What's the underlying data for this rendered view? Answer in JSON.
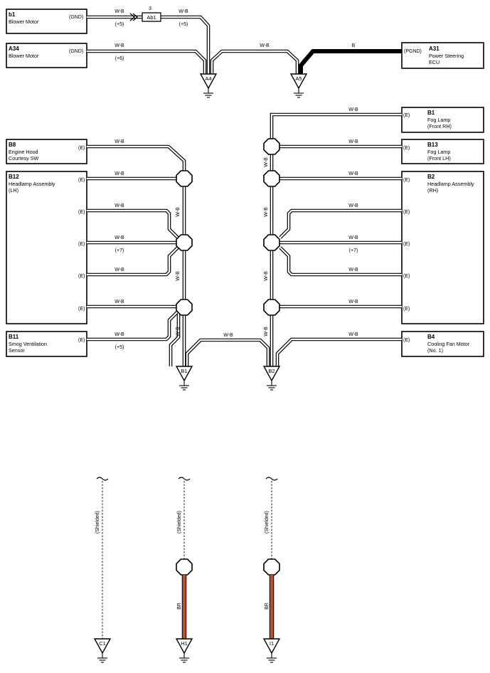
{
  "components": [
    {
      "id": "b1",
      "code": "b1",
      "name_lines": [
        "Blower Motor"
      ],
      "pin": "(GND)"
    },
    {
      "id": "a34",
      "code": "A34",
      "name_lines": [
        "Blower Motor"
      ],
      "pin": "(GND)"
    },
    {
      "id": "a31",
      "code": "A31",
      "name_lines": [
        "Power Steering",
        "ECU"
      ],
      "pin": "(PGND)"
    },
    {
      "id": "b1fog",
      "code": "B1",
      "name_lines": [
        "Fog Lamp",
        "(Front RH)"
      ],
      "pin": "(E)"
    },
    {
      "id": "b13",
      "code": "B13",
      "name_lines": [
        "Fog Lamp",
        "(Front LH)"
      ],
      "pin": "(E)"
    },
    {
      "id": "b8",
      "code": "B8",
      "name_lines": [
        "Engine Hood",
        "Courtesy SW"
      ],
      "pin": "(E)"
    },
    {
      "id": "b12",
      "code": "B12",
      "name_lines": [
        "Headlamp Assembly",
        "(LH)"
      ],
      "pins": [
        "(E)",
        "(E)",
        "(E)",
        "(E)",
        "(E)"
      ]
    },
    {
      "id": "b2",
      "code": "B2",
      "name_lines": [
        "Headlamp Assembly",
        "(RH)"
      ],
      "pins": [
        "(E)",
        "(E)",
        "(E)",
        "(E)",
        "(E)"
      ]
    },
    {
      "id": "b11",
      "code": "B11",
      "name_lines": [
        "Smog Ventilation",
        "Sensor"
      ],
      "pin": "(E)"
    },
    {
      "id": "b4",
      "code": "B4",
      "name_lines": [
        "Cooling Fan Motor",
        "(No. 1)"
      ],
      "pin": "(E)"
    }
  ],
  "connector": {
    "code": "Ab1",
    "pin_number": "3"
  },
  "wire_color_wb": "W-B",
  "wire_color_b": "B",
  "wire_color_br": "BR",
  "shielded_label": "(Shielded)",
  "notes": {
    "n5": "(+5)",
    "n6": "(+6)",
    "n7": "(+7)"
  },
  "grounds": {
    "a4": "A4",
    "a5": "A5",
    "b1": "B1",
    "b2": "B2",
    "c1": "C1",
    "h1": "H1",
    "i1": "I1"
  },
  "colors": {
    "wire_br": "#b5532e",
    "line": "#000000",
    "background": "#ffffff"
  }
}
